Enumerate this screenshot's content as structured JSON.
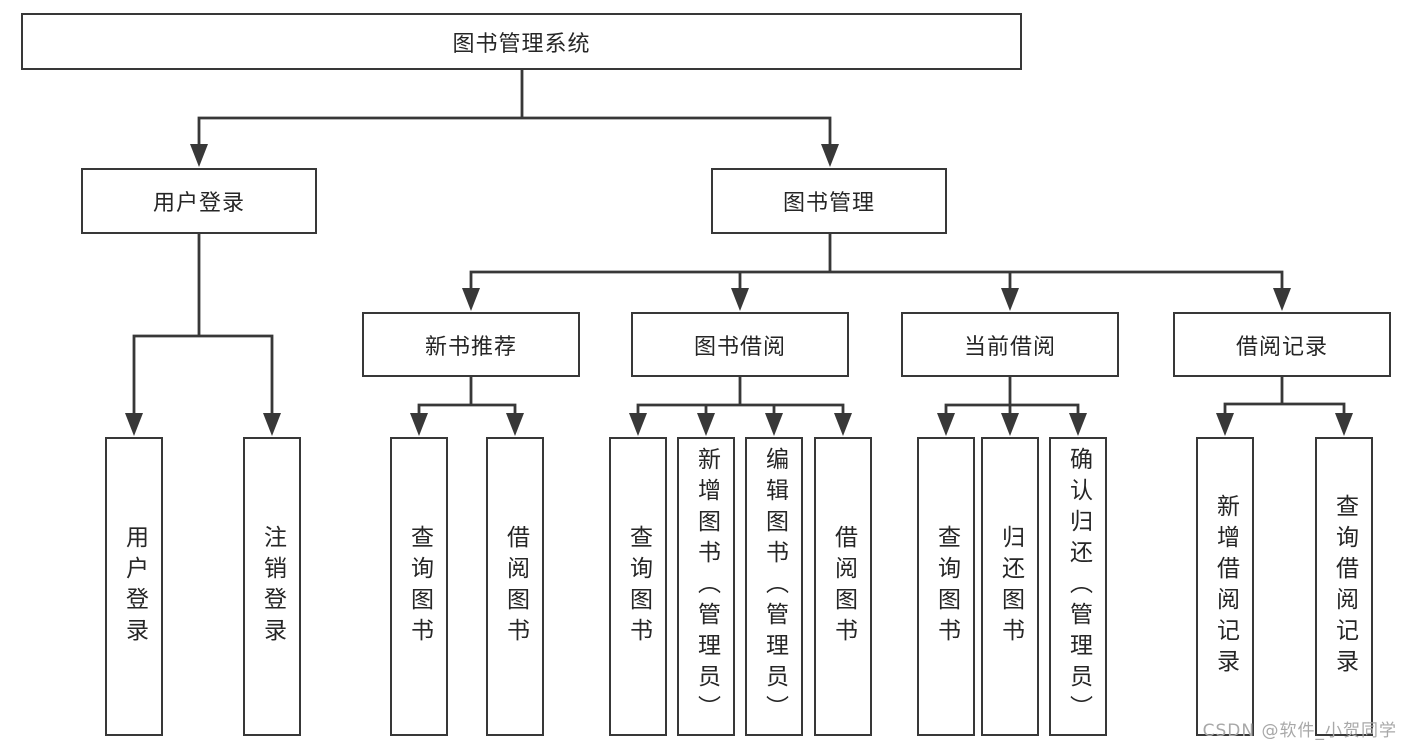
{
  "diagram_title": "图书管理系统",
  "nodes": {
    "root": {
      "label": "图书管理系统",
      "parent": null
    },
    "user_login": {
      "label": "用户登录",
      "parent": "root"
    },
    "book_mgmt": {
      "label": "图书管理",
      "parent": "root"
    },
    "new_book_rec": {
      "label": "新书推荐",
      "parent": "book_mgmt"
    },
    "book_borrow": {
      "label": "图书借阅",
      "parent": "book_mgmt"
    },
    "current_borrow": {
      "label": "当前借阅",
      "parent": "book_mgmt"
    },
    "borrow_records": {
      "label": "借阅记录",
      "parent": "book_mgmt"
    },
    "leaf_user_login": {
      "label": "用户登录",
      "parent": "user_login"
    },
    "leaf_logout": {
      "label": "注销登录",
      "parent": "user_login"
    },
    "leaf_nbr_query": {
      "label": "查询图书",
      "parent": "new_book_rec"
    },
    "leaf_nbr_borrow": {
      "label": "借阅图书",
      "parent": "new_book_rec"
    },
    "leaf_bb_query": {
      "label": "查询图书",
      "parent": "book_borrow"
    },
    "leaf_bb_add": {
      "label": "新增图书（管理员）",
      "parent": "book_borrow"
    },
    "leaf_bb_edit": {
      "label": "编辑图书（管理员）",
      "parent": "book_borrow"
    },
    "leaf_bb_borrow": {
      "label": "借阅图书",
      "parent": "book_borrow"
    },
    "leaf_cb_query": {
      "label": "查询图书",
      "parent": "current_borrow"
    },
    "leaf_cb_return": {
      "label": "归还图书",
      "parent": "current_borrow"
    },
    "leaf_cb_confirm": {
      "label": "确认归还（管理员）",
      "parent": "current_borrow"
    },
    "leaf_br_add": {
      "label": "新增借阅记录",
      "parent": "borrow_records"
    },
    "leaf_br_query": {
      "label": "查询借阅记录",
      "parent": "borrow_records"
    }
  },
  "watermark": {
    "text": "CSDN @软件_小贺同学"
  },
  "colors": {
    "line": "#383838",
    "text": "#262626",
    "box_background": "#ffffff",
    "watermark": "#a8a8a8",
    "background": "#ffffff"
  }
}
